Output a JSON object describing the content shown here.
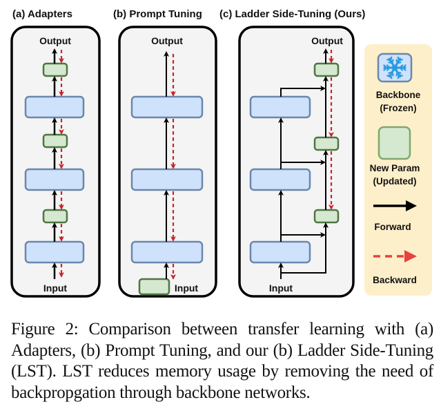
{
  "figure": {
    "panels": [
      {
        "id": "a",
        "title": "(a) Adapters",
        "output_label": "Output",
        "input_label": "Input"
      },
      {
        "id": "b",
        "title": "(b) Prompt Tuning",
        "output_label": "Output",
        "input_label": "Input"
      },
      {
        "id": "c",
        "title": "(c) Ladder Side-Tuning (Ours)",
        "output_label": "Output",
        "input_label": "Input"
      }
    ],
    "legend": {
      "items": [
        {
          "icon": "snowflake-icon",
          "label_line1": "Backbone",
          "label_line2": "(Frozen)"
        },
        {
          "icon": "new-param-box",
          "label_line1": "New Param",
          "label_line2": "(Updated)"
        },
        {
          "icon": "forward-arrow-icon",
          "label_line1": "Forward"
        },
        {
          "icon": "backward-arrow-icon",
          "label_line1": "Backward"
        }
      ]
    },
    "colors": {
      "backbone_fill": "#cfe2fb",
      "backbone_stroke": "#6b86ad",
      "param_fill": "#d5e8d0",
      "param_stroke": "#4e7542",
      "panel_fill": "#f4f4f4",
      "legend_fill": "#fdefc9",
      "forward": "#000000",
      "backward": "#c8242b",
      "snowflake": "#2a9be0"
    }
  },
  "caption": "Figure 2: Comparison between transfer learning with (a) Adapters, (b) Prompt Tuning, and our (b) Ladder Side-Tuning (LST). LST reduces memory usage by removing the need of backpropgation through backbone networks."
}
